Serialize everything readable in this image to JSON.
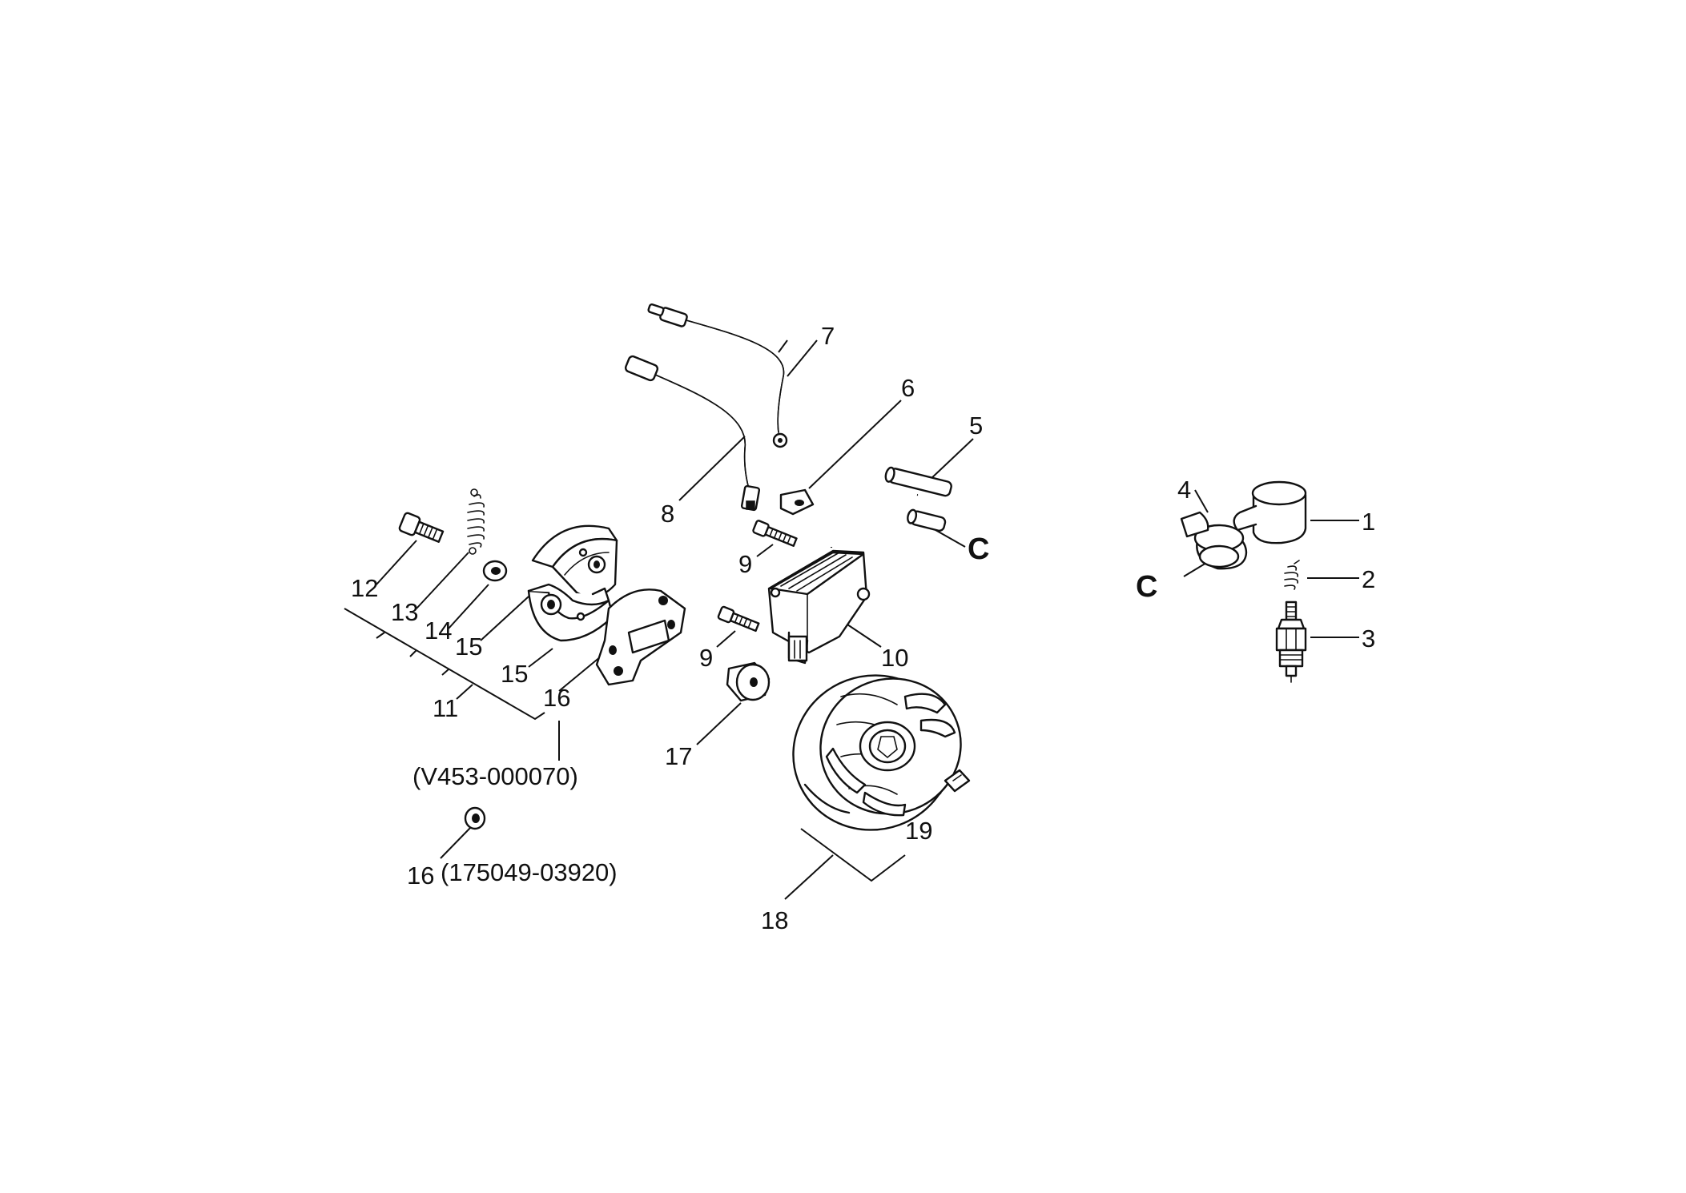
{
  "callouts": {
    "c1": "1",
    "c2": "2",
    "c3": "3",
    "c4": "4",
    "c5": "5",
    "c6": "6",
    "c7": "7",
    "c8": "8",
    "c9a": "9",
    "c9b": "9",
    "c10": "10",
    "c11": "11",
    "c12": "12",
    "c13": "13",
    "c14": "14",
    "c15a": "15",
    "c15b": "15",
    "c16a": "16",
    "c16b": "16",
    "c17": "17",
    "c18": "18",
    "c19": "19",
    "assy_code": "(V453-000070)",
    "washer_code": "(175049-03920)"
  },
  "ref_marks": {
    "left": "C",
    "right": "C"
  }
}
